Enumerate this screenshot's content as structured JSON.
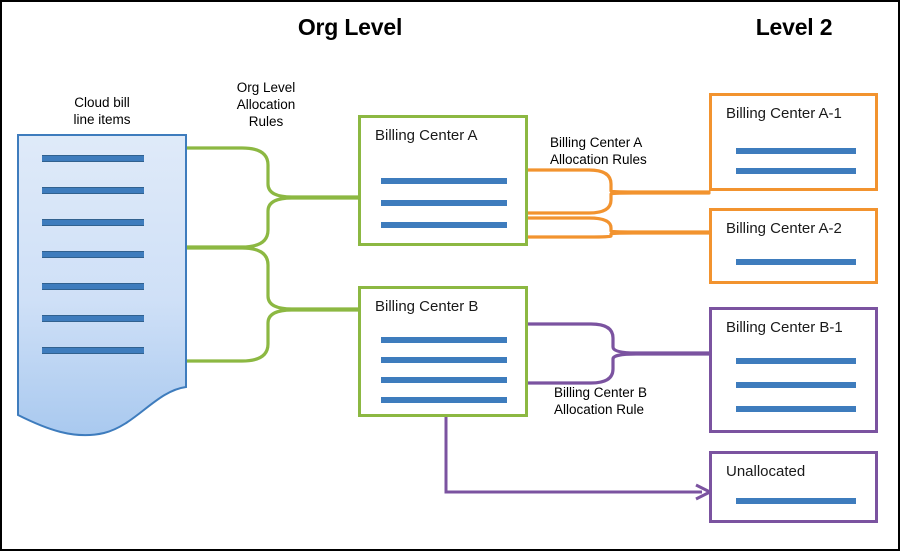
{
  "diagram": {
    "title_org_level": "Org Level",
    "title_level_2": "Level 2",
    "colors": {
      "level1_border": "#8cb842",
      "level2_a_border": "#f2932f",
      "level2_b_border": "#7b53a0",
      "line_item_bar": "#3e7cbd",
      "document_fill": "#c6daf5",
      "canvas_border": "#000000"
    }
  },
  "source": {
    "label": "Cloud bill\nline items",
    "shape": "document",
    "line_item_count": 7
  },
  "labels": {
    "org_level_allocation_rules": "Org Level\nAllocation\nRules",
    "billing_center_a_allocation_rules": "Billing Center A\nAllocation Rules",
    "billing_center_b_allocation_rule": "Billing Center B\nAllocation Rule"
  },
  "level1": [
    {
      "id": "bc-a",
      "title": "Billing Center A",
      "line_item_count": 3,
      "border_color": "#8cb842"
    },
    {
      "id": "bc-b",
      "title": "Billing Center B",
      "line_item_count": 4,
      "border_color": "#8cb842"
    }
  ],
  "level2": [
    {
      "id": "bc-a1",
      "title": "Billing Center A-1",
      "line_item_count": 2,
      "border_color": "#f2932f"
    },
    {
      "id": "bc-a2",
      "title": "Billing Center A-2",
      "line_item_count": 1,
      "border_color": "#f2932f"
    },
    {
      "id": "bc-b1",
      "title": "Billing Center B-1",
      "line_item_count": 3,
      "border_color": "#7b53a0"
    },
    {
      "id": "bc-un",
      "title": "Unallocated",
      "line_item_count": 1,
      "border_color": "#7b53a0"
    }
  ],
  "connectors": [
    {
      "name": "org-level-rules-to-billing-center-a",
      "color": "#8cb842",
      "style": "curly-brace"
    },
    {
      "name": "org-level-rules-to-billing-center-b",
      "color": "#8cb842",
      "style": "curly-brace"
    },
    {
      "name": "billing-center-a-rules-to-a1",
      "color": "#f2932f",
      "style": "curly-brace"
    },
    {
      "name": "billing-center-a-rules-to-a2",
      "color": "#f2932f",
      "style": "curly-brace"
    },
    {
      "name": "billing-center-b-rules-to-b1",
      "color": "#7b53a0",
      "style": "curly-brace"
    },
    {
      "name": "billing-center-b-to-unallocated",
      "color": "#7b53a0",
      "style": "elbow-arrow"
    }
  ]
}
